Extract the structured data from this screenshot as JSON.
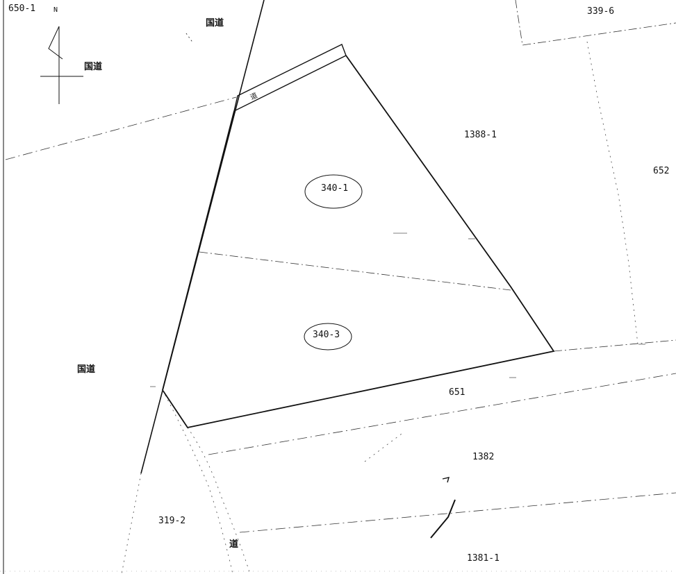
{
  "labels": {
    "p650_1": "650-1",
    "north": "N",
    "road_top": "国道",
    "road_left_top": "国道",
    "road_left": "国道",
    "p339_6": "339-6",
    "p1388_1": "1388-1",
    "p652": "652",
    "p340_1": "340-1",
    "p340_3": "340-3",
    "p651": "651",
    "p1382": "1382",
    "p319_2": "319-2",
    "road_bottom": "道",
    "road_small": "道",
    "p1381_1": "1381-1"
  },
  "colors": {
    "ink": "#111111",
    "faint": "#555555",
    "background": "#ffffff"
  },
  "icons": {
    "north_arrow": "north-arrow-icon"
  }
}
